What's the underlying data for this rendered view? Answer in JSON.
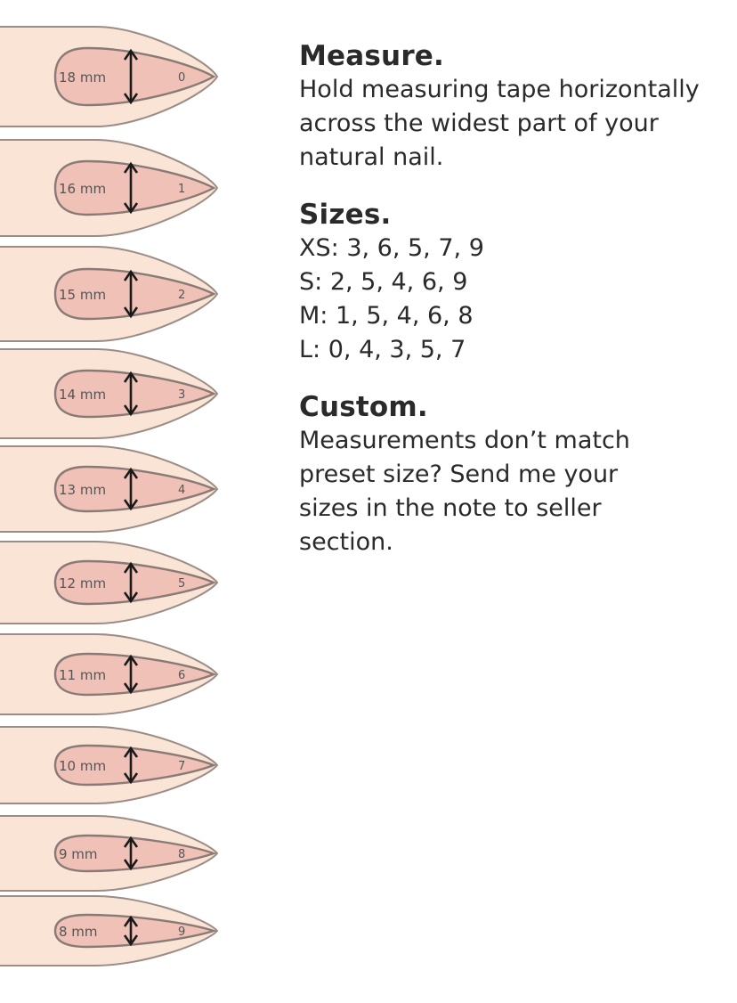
{
  "palette": {
    "finger": "#f9e4d6",
    "finger_stroke": "#9b8c86",
    "nail": "#f0c1b7",
    "nail_stroke": "#8a7a75",
    "arrow": "#1a1a1a"
  },
  "nail_sizes": [
    {
      "label": "18 mm",
      "number": "0"
    },
    {
      "label": "16 mm",
      "number": "1"
    },
    {
      "label": "15 mm",
      "number": "2"
    },
    {
      "label": "14 mm",
      "number": "3"
    },
    {
      "label": "13 mm",
      "number": "4"
    },
    {
      "label": "12 mm",
      "number": "5"
    },
    {
      "label": "11 mm",
      "number": "6"
    },
    {
      "label": "10 mm",
      "number": "7"
    },
    {
      "label": "9 mm",
      "number": "8"
    },
    {
      "label": "8 mm",
      "number": "9"
    }
  ],
  "measure": {
    "heading": "Measure.",
    "lines": [
      "Hold measuring tape horizontally",
      "across the widest part of your",
      "natural nail."
    ]
  },
  "sizes": {
    "heading": "Sizes.",
    "lines": [
      "XS: 3, 6, 5, 7, 9",
      "S: 2, 5, 4, 6, 9",
      "M: 1, 5, 4, 6, 8",
      "L: 0, 4, 3, 5, 7"
    ]
  },
  "custom": {
    "heading": "Custom.",
    "lines": [
      "Measurements don’t match",
      "preset size? Send me your",
      "sizes in the note to seller",
      "section."
    ]
  }
}
